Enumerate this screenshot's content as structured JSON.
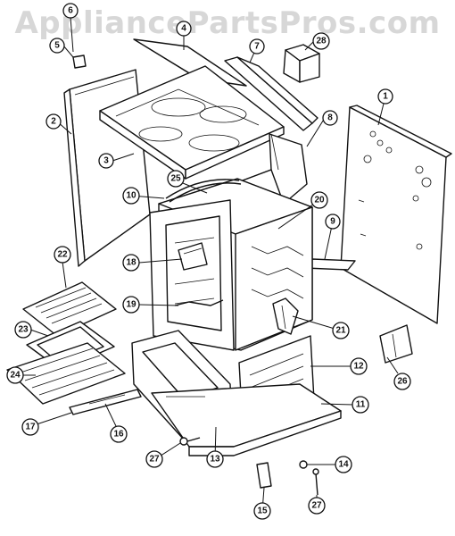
{
  "header": {
    "watermark": "AppliancePartsPros.com"
  },
  "diagram": {
    "callouts": [
      "1",
      "2",
      "3",
      "4",
      "5",
      "6",
      "7",
      "8",
      "9",
      "10",
      "11",
      "12",
      "13",
      "14",
      "15",
      "16",
      "17",
      "18",
      "19",
      "20",
      "21",
      "22",
      "23",
      "24",
      "25",
      "26",
      "27",
      "27",
      "28"
    ]
  }
}
